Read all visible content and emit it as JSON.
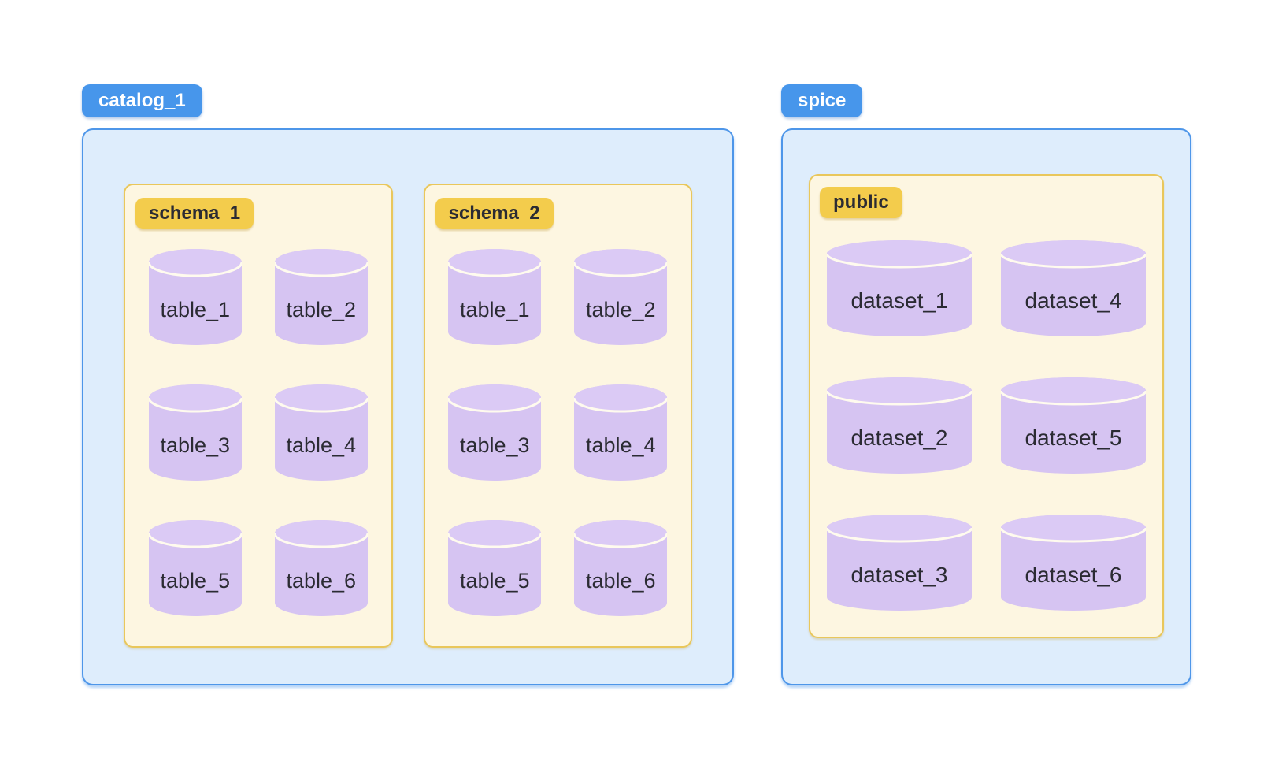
{
  "colors": {
    "blue-badge": "#4796EB",
    "badge-text-light": "#FFFFFF",
    "blue-border": "#4E96E9",
    "blue-fill": "#DEEDFC",
    "gold-badge": "#F3CC4C",
    "gold-border": "#E9C75B",
    "cream-fill": "#FDF6E1",
    "purple-body": "#D6C4F2",
    "purple-cap": "#DBCAF5",
    "cap-line": "#FFFBEE",
    "text-dark": "#2B2B33"
  },
  "groups": [
    {
      "badge": "catalog_1",
      "schemas": [
        {
          "badge": "schema_1",
          "items": [
            "table_1",
            "table_2",
            "table_3",
            "table_4",
            "table_5",
            "table_6"
          ]
        },
        {
          "badge": "schema_2",
          "items": [
            "table_1",
            "table_2",
            "table_3",
            "table_4",
            "table_5",
            "table_6"
          ]
        }
      ]
    },
    {
      "badge": "spice",
      "schemas": [
        {
          "badge": "public",
          "items": [
            "dataset_1",
            "dataset_4",
            "dataset_2",
            "dataset_5",
            "dataset_3",
            "dataset_6"
          ]
        }
      ]
    }
  ]
}
